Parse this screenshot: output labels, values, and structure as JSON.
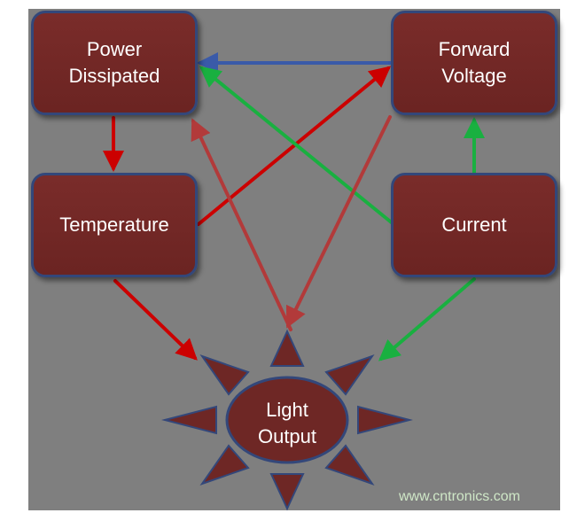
{
  "nodes": {
    "power": "Power\nDissipated",
    "forward": "Forward\nVoltage",
    "temperature": "Temperature",
    "current": "Current",
    "light": "Light\nOutput"
  },
  "watermark": "www.cntronics.com",
  "colors": {
    "canvas": "#7f7f7f",
    "box_fill": "#6e2725",
    "box_border": "#33477a",
    "arrow_red": "#cc0000",
    "arrow_darkred": "#b23a3a",
    "arrow_green": "#19b040",
    "arrow_blue": "#3a5aa8",
    "sun_ray": "#6e2725"
  }
}
